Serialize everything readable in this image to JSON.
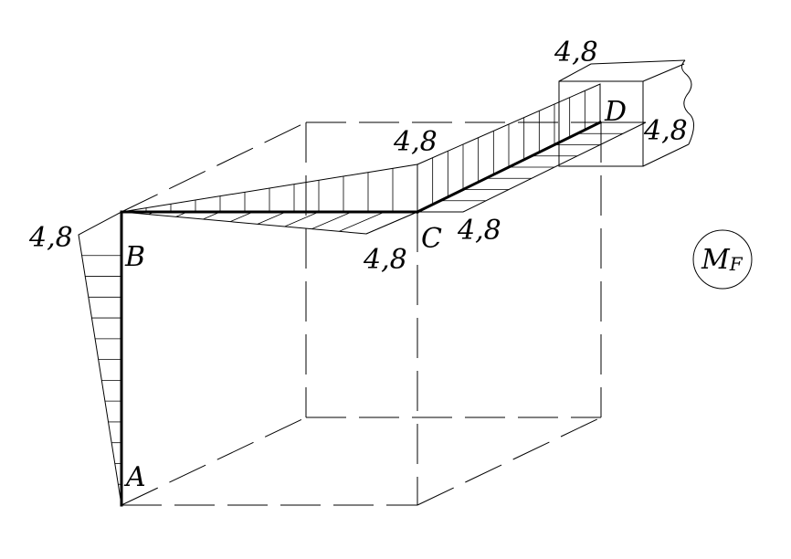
{
  "diagram": {
    "points": {
      "A": "A",
      "B": "B",
      "C": "C",
      "D": "D"
    },
    "values": {
      "ab_top": "4,8",
      "bc_end": "4,8",
      "c_vertical": "4,8",
      "c_horizontal": "4,8",
      "d_top": "4,8",
      "d_right": "4,8"
    },
    "badge": {
      "main": "M",
      "sub": "F"
    }
  }
}
